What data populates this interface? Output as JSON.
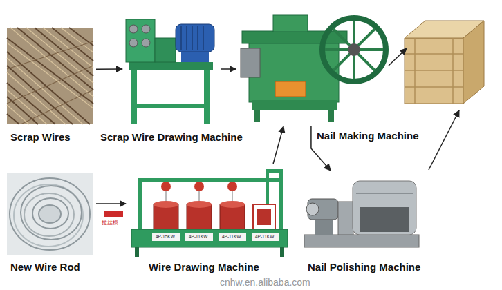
{
  "diagram": {
    "nodes": [
      {
        "text": [
          "Scrap Wires"
        ]
      },
      {
        "text": [
          "Scrap Wire Drawing Machine"
        ]
      },
      {
        "text": [
          "Nail Making Machine"
        ]
      },
      {
        "text": [
          "New Wire Rod"
        ]
      },
      {
        "text": [
          "Wire Drawing Machine"
        ]
      },
      {
        "text": [
          "Nail Polishing Machine"
        ]
      }
    ],
    "edges": [
      {
        "from": 0,
        "to": 1,
        "arrow": "to"
      },
      {
        "from": 1,
        "to": 2,
        "arrow": "to"
      },
      {
        "from": 3,
        "to": 4,
        "arrow": "to"
      },
      {
        "from": 4,
        "to": 2,
        "arrow": "to"
      },
      {
        "from": 2,
        "to": 5,
        "arrow": "to"
      }
    ],
    "labels": [
      "拉丝模",
      "4P-15KW",
      "4P-11KW",
      "4P-11KW",
      "4P-11KW",
      "cnhw.en.alibaba.com"
    ]
  }
}
